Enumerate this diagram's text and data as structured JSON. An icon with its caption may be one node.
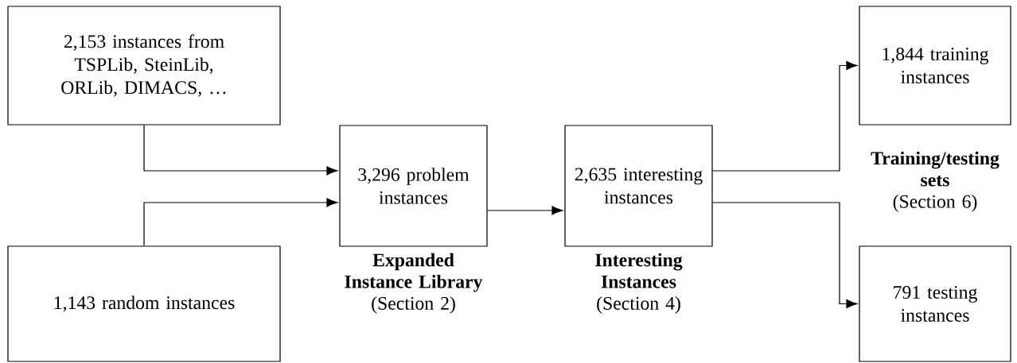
{
  "diagram": {
    "nodes": [
      {
        "text": [
          "2,153 instances from TSPLib, SteinLib, ORLib, DIMACS, …"
        ]
      },
      {
        "text": [
          "1,143 random instances"
        ]
      },
      {
        "text": [
          "3,296 problem instances"
        ],
        "beside": [
          "Expanded Instance Library",
          "(Section 2)"
        ]
      },
      {
        "text": [
          "2,635 interesting instances"
        ],
        "beside": [
          "Interesting Instances",
          "(Section 4)"
        ]
      },
      {
        "text": [
          "1,844 training instances"
        ]
      },
      {
        "text": [
          "791 testing instances"
        ]
      }
    ],
    "edges": [
      {
        "from": 0,
        "to": 2,
        "arrow": "to"
      },
      {
        "from": 1,
        "to": 2,
        "arrow": "to"
      },
      {
        "from": 2,
        "to": 3,
        "arrow": "to"
      },
      {
        "from": 3,
        "to": 4,
        "arrow": "to"
      },
      {
        "from": 3,
        "to": 5,
        "arrow": "to"
      }
    ],
    "labels": [
      "Training/testing sets",
      "(Section 6)"
    ]
  }
}
